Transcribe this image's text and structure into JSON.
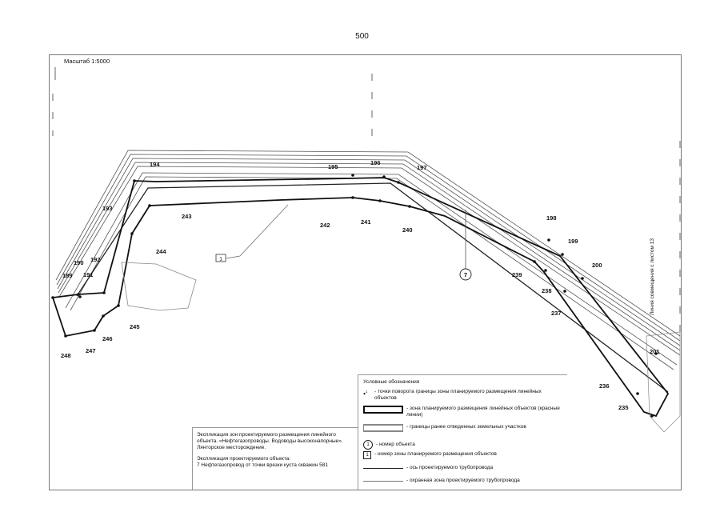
{
  "page_number": "500",
  "scale": "Масштаб 1:5000",
  "points": [
    "189",
    "190",
    "191",
    "192",
    "193",
    "194",
    "195",
    "196",
    "197",
    "198",
    "199",
    "200",
    "201",
    "235",
    "236",
    "237",
    "238",
    "239",
    "240",
    "241",
    "242",
    "243",
    "244",
    "245",
    "246",
    "247",
    "248"
  ],
  "object_callout": "7",
  "zone_callout": "1",
  "side_note": "Линия совмещения с листом 13",
  "legend": {
    "title": "Условные обозначения",
    "items": [
      "- точки поворота границы зоны планируемого размещения линейных объектов",
      "- зона планируемого размещения линейных объектов (красные линии)",
      "- границы ранее отведенных земельных участков",
      "- номер  объекта",
      "- номер зоны планируемого размещения объектов",
      "- ось проектируемого трубопровода",
      "- охранная зона проектируемого трубопровода"
    ],
    "point_marker": "1",
    "object_marker": "1",
    "zone_marker": "1"
  },
  "explication": {
    "zones": "Экспликация зон проектируемого размещения линейного объекта. «Нефтегазопроводы. Водоводы высоконапорные». Лянторское месторождение.",
    "objects_title": "Экспликация проектируемого объекта:",
    "object_item": "7   Нефтегазопровод от точки врезки куста скважин 581"
  },
  "colors": {
    "line": "#222222",
    "frame": "#777777",
    "light": "#999999"
  }
}
